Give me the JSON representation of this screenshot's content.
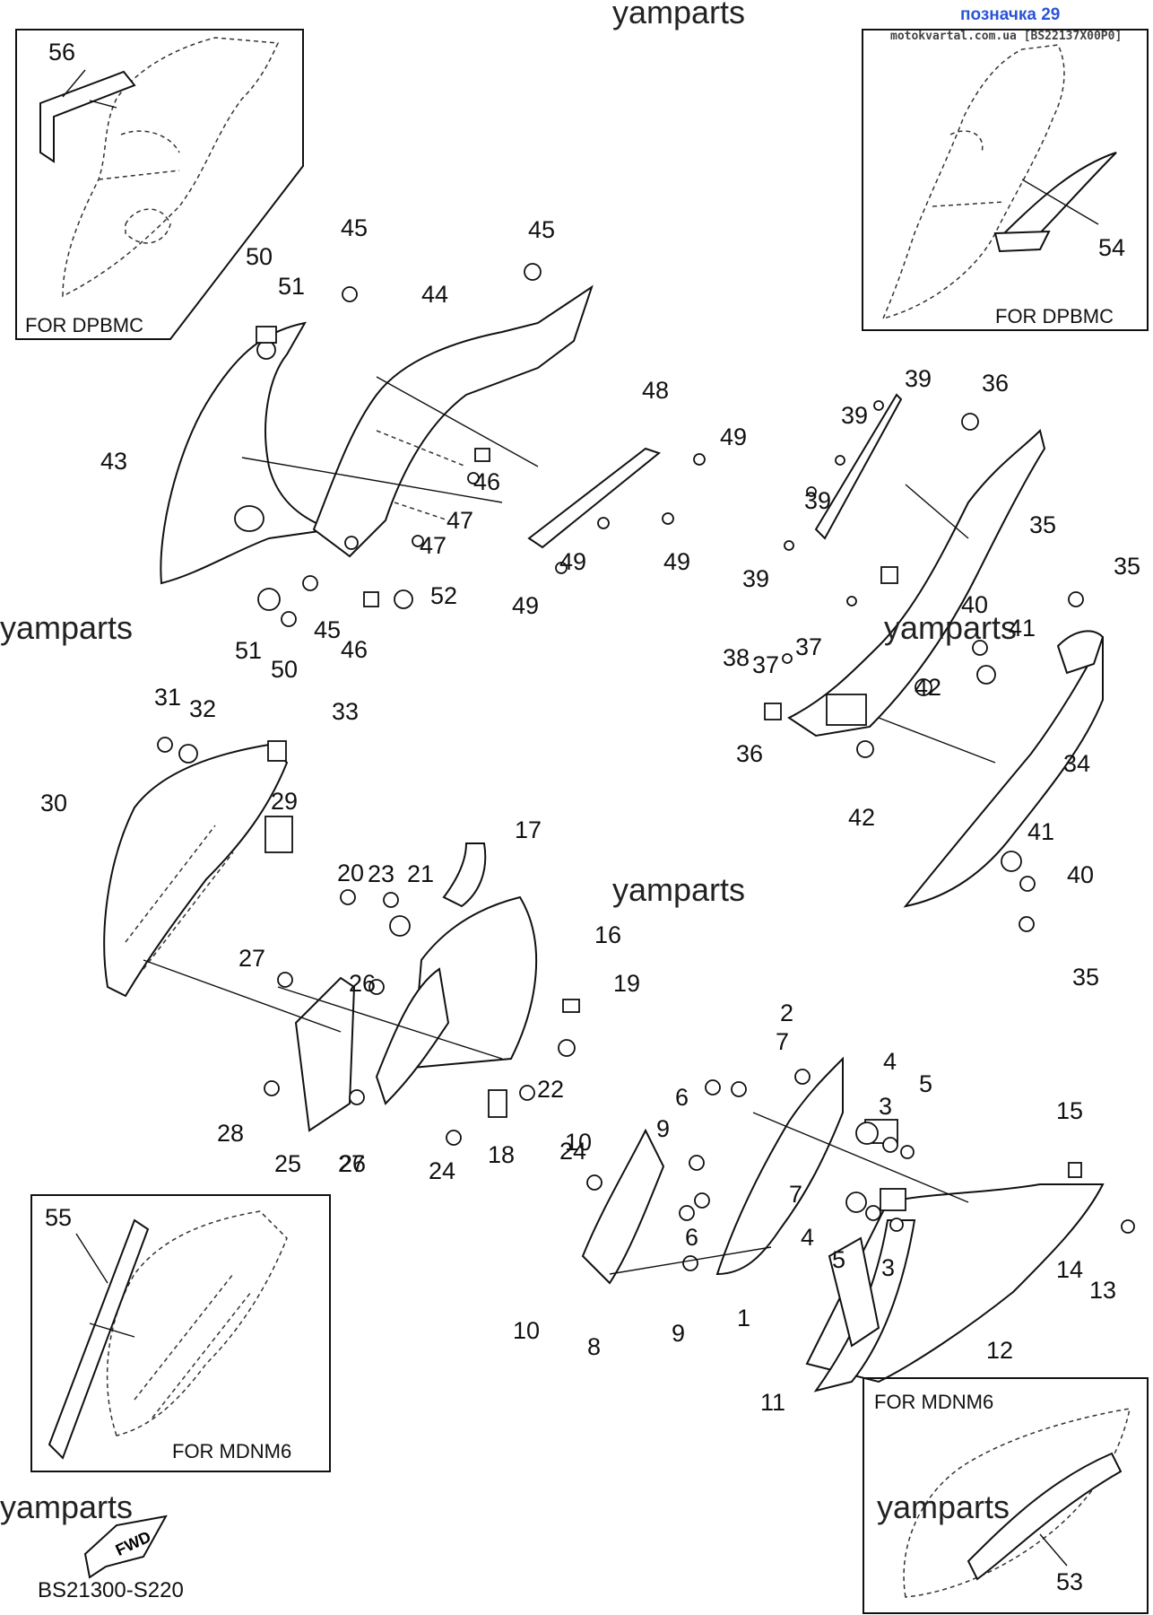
{
  "header": {
    "ref_label": "позначка 29",
    "source_label": "motokvartal.com.ua [BS22137X00P0]"
  },
  "watermarks": [
    "yamparts",
    "yamparts",
    "yamparts",
    "yamparts",
    "yamparts",
    "yamparts"
  ],
  "insets": {
    "top_left": {
      "label": "FOR DPBMC",
      "part": "56"
    },
    "top_right": {
      "label": "FOR DPBMC",
      "part": "54"
    },
    "bottom_left": {
      "label": "FOR MDNM6",
      "part": "55"
    },
    "bottom_right": {
      "label": "FOR MDNM6",
      "part": "53"
    }
  },
  "fwd_label": "FWD",
  "diagram_code": "BS21300-S220",
  "callouts": [
    "1",
    "2",
    "3",
    "3",
    "4",
    "4",
    "5",
    "5",
    "6",
    "6",
    "7",
    "7",
    "8",
    "9",
    "9",
    "10",
    "10",
    "11",
    "12",
    "13",
    "14",
    "15",
    "16",
    "17",
    "18",
    "19",
    "20",
    "21",
    "22",
    "23",
    "24",
    "24",
    "25",
    "26",
    "26",
    "27",
    "27",
    "28",
    "29",
    "30",
    "31",
    "32",
    "33",
    "34",
    "35",
    "35",
    "35",
    "36",
    "36",
    "37",
    "37",
    "38",
    "39",
    "39",
    "39",
    "39",
    "40",
    "40",
    "41",
    "41",
    "42",
    "42",
    "43",
    "44",
    "45",
    "45",
    "45",
    "46",
    "46",
    "47",
    "47",
    "48",
    "49",
    "49",
    "49",
    "49",
    "50",
    "50",
    "51",
    "51",
    "52"
  ],
  "colors": {
    "line": "#111111",
    "ref_blue": "#2a55d8"
  }
}
